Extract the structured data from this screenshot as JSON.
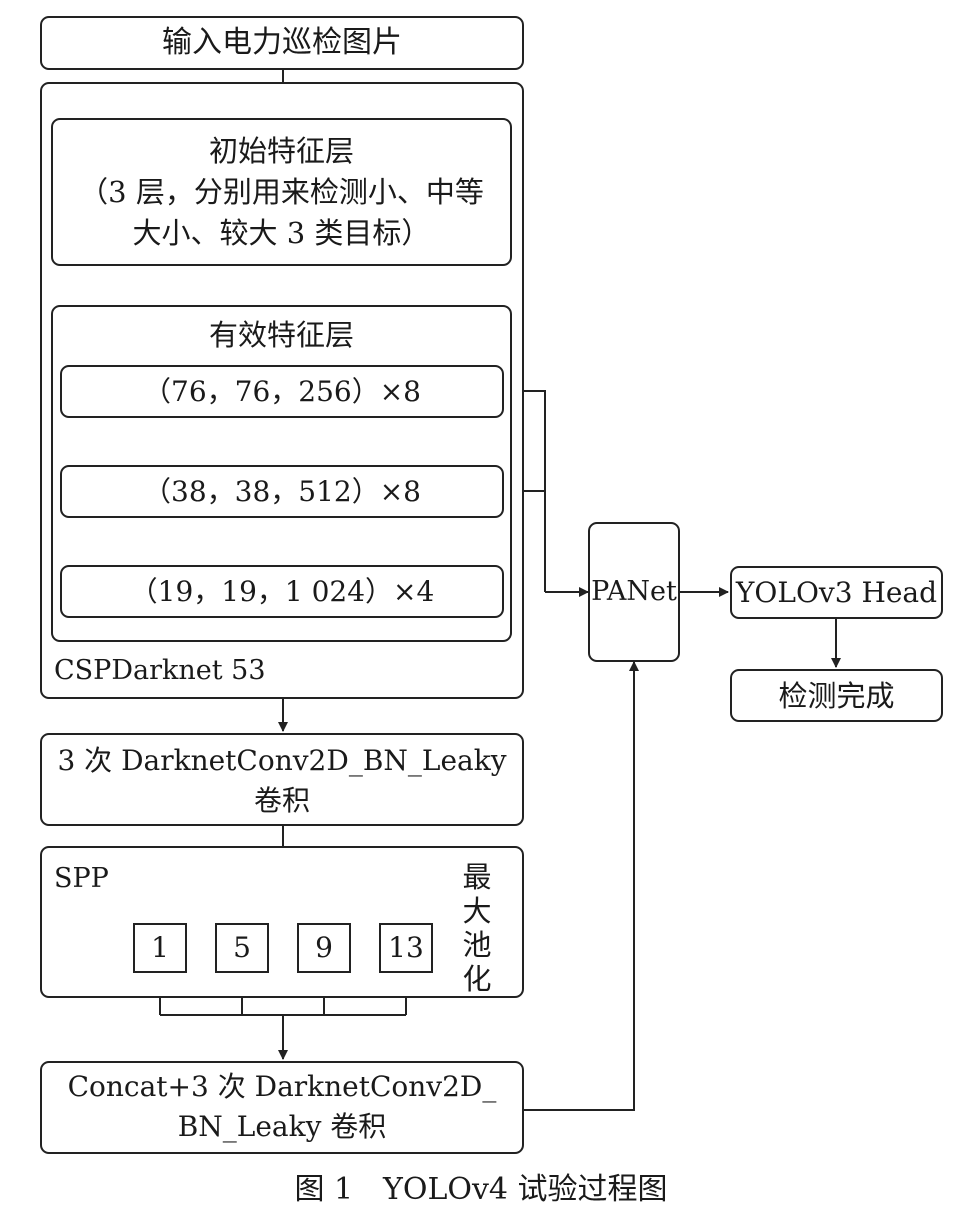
{
  "input_box": "输入电力巡检图片",
  "backbone": {
    "label": "CSPDarknet 53",
    "initial": {
      "title": "初始特征层",
      "desc_line1": "（3 层，分别用来检测小、中等",
      "desc_line2": "大小、较大 3 类目标）"
    },
    "effective": {
      "title": "有效特征层",
      "layers": [
        "（76，76，256）×8",
        "（38，38，512）×8",
        "（19，19，1 024）×4"
      ]
    }
  },
  "conv_block": {
    "line1": "3 次 DarknetConv2D_BN_Leaky",
    "line2": "卷积"
  },
  "spp": {
    "label": "SPP",
    "pools": [
      "1",
      "5",
      "9",
      "13"
    ],
    "side_text": "最大池化"
  },
  "concat_block": {
    "line1": "Concat+3 次 DarknetConv2D_",
    "line2": "BN_Leaky 卷积"
  },
  "panet": "PANet",
  "head": "YOLOv3 Head",
  "done": "检测完成",
  "caption": "图 1　YOLOv4 试验过程图",
  "colors": {
    "stroke": "#222222",
    "background": "#ffffff"
  }
}
